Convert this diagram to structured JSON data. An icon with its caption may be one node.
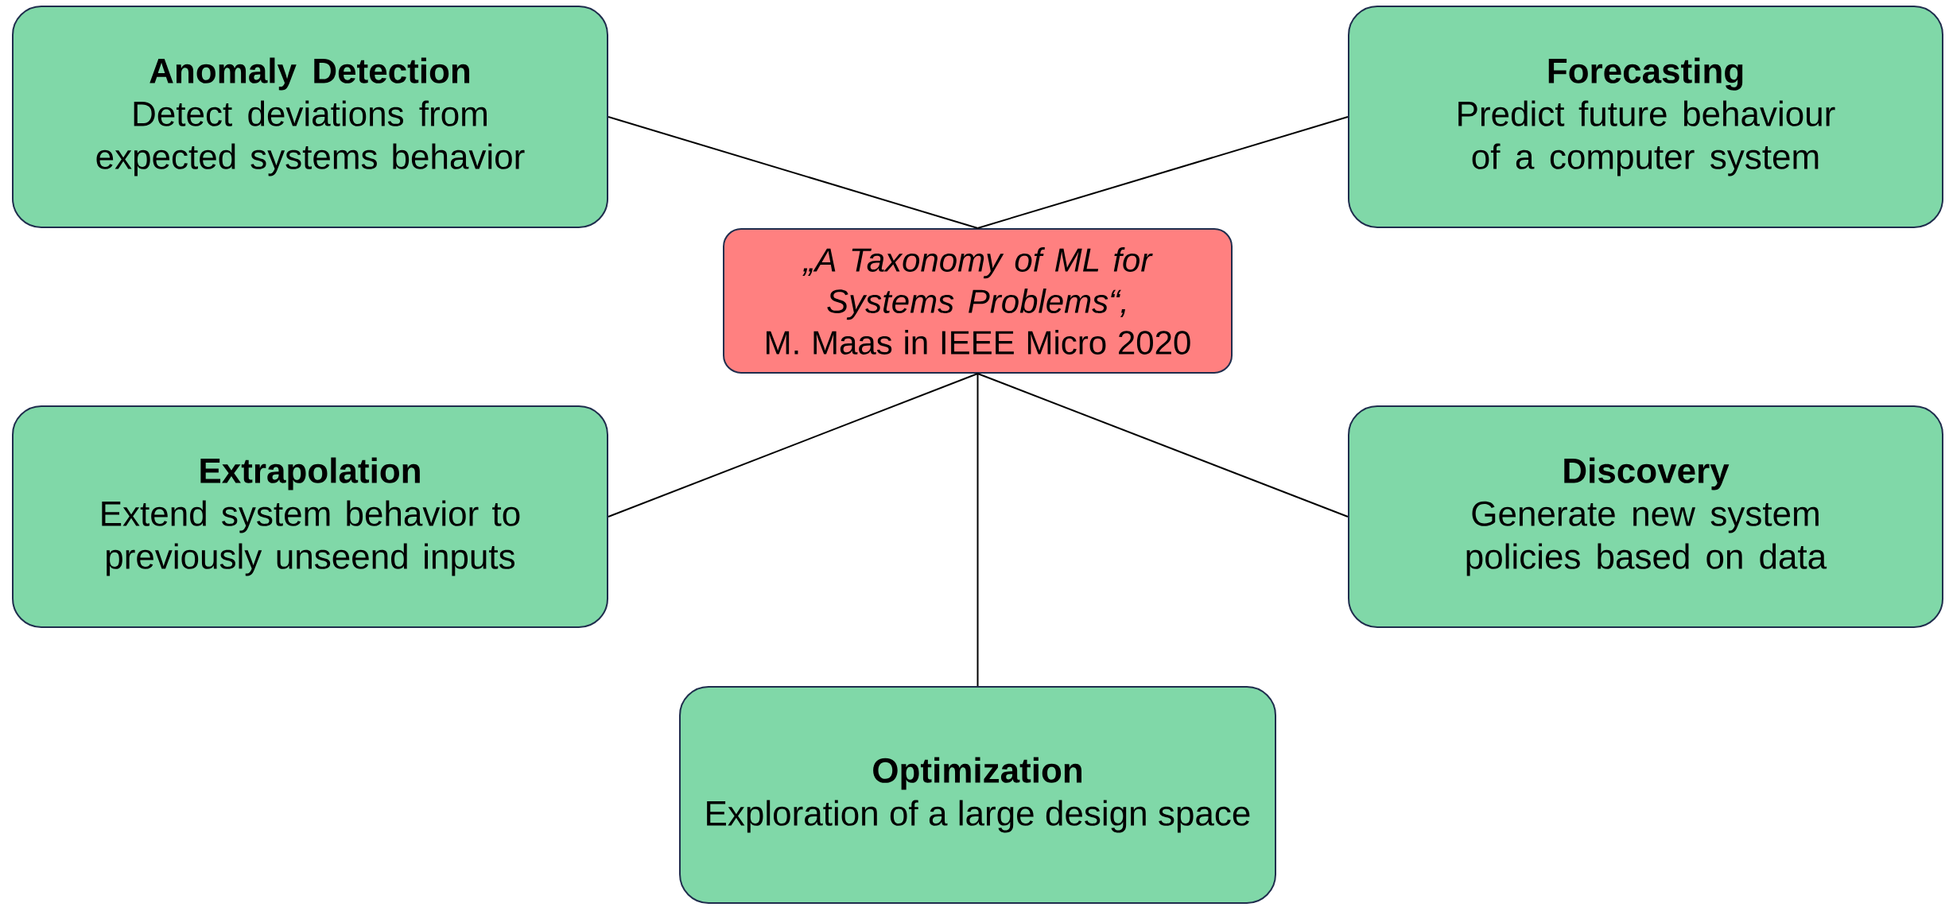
{
  "diagram": {
    "nodes": [
      {
        "text": [
          "Anomaly Detection",
          "Detect deviations from expected systems behavior"
        ]
      },
      {
        "text": [
          "Forecasting",
          "Predict future behaviour of a computer system"
        ]
      },
      {
        "text": [
          "„A Taxonomy of ML for Systems Problems“,",
          "M. Maas in IEEE Micro 2020"
        ]
      },
      {
        "text": [
          "Extrapolation",
          "Extend system behavior to previously unseend inputs"
        ]
      },
      {
        "text": [
          "Discovery",
          "Generate new system policies based on data"
        ]
      },
      {
        "text": [
          "Optimization",
          "Exploration of a large design space"
        ]
      }
    ],
    "edges": [
      {
        "from": 2,
        "to": 0,
        "arrow": "none"
      },
      {
        "from": 2,
        "to": 1,
        "arrow": "none"
      },
      {
        "from": 2,
        "to": 3,
        "arrow": "none"
      },
      {
        "from": 2,
        "to": 4,
        "arrow": "none"
      },
      {
        "from": 2,
        "to": 5,
        "arrow": "none"
      }
    ]
  }
}
